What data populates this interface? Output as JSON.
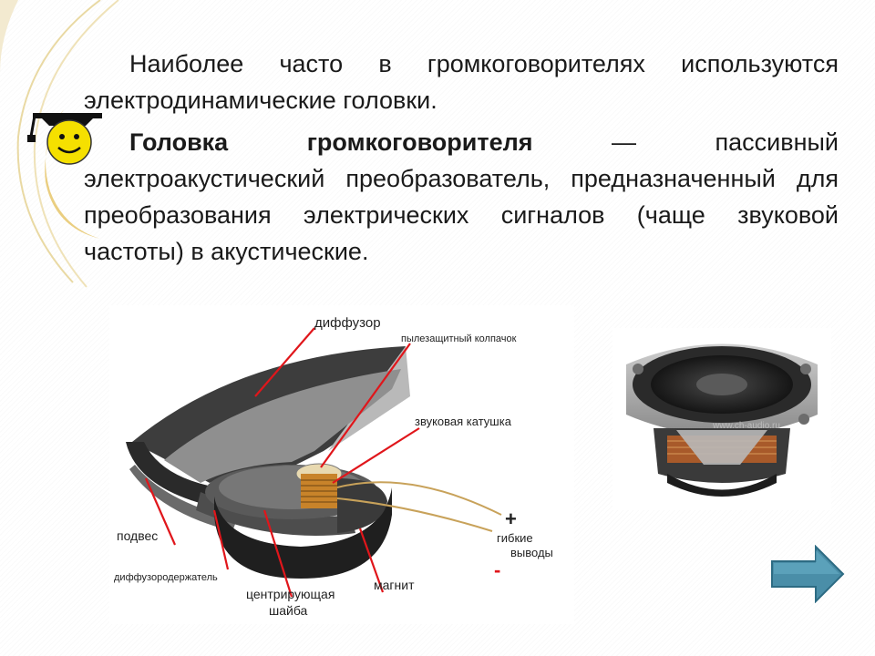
{
  "paragraphs": {
    "p1": "Наиболее часто в громкоговорителях используются электродинамические головки.",
    "p2_term": "Головка громкоговорителя",
    "p2_rest": " — пассивный электроакустический преобразователь, предназначенный для преобразования электрических сигналов (чаще звуковой частоты) в акустические."
  },
  "diagram": {
    "labels": {
      "diffuser": "диффузор",
      "dust_cap": "пылезащитный колпачок",
      "voice_coil": "звуковая катушка",
      "plus": "+",
      "leads_line1": "гибкие",
      "leads_line2": "выводы",
      "minus": "-",
      "suspension": "подвес",
      "cone_holder": "диффузородержатель",
      "spider_line1": "центрирующая",
      "spider_line2": "шайба",
      "magnet": "магнит"
    }
  },
  "photo": {
    "watermark": "www.ch-audio.ru"
  },
  "colors": {
    "pointer_red": "#e0161b",
    "arrow_fill": "#4a8ea8",
    "mascot_yellow": "#f5e000",
    "decor_gold": "#e6c56a",
    "coil_copper": "#c8832a"
  },
  "icons": {
    "mascot": "graduate-smiley-icon",
    "next": "arrow-right-icon"
  }
}
